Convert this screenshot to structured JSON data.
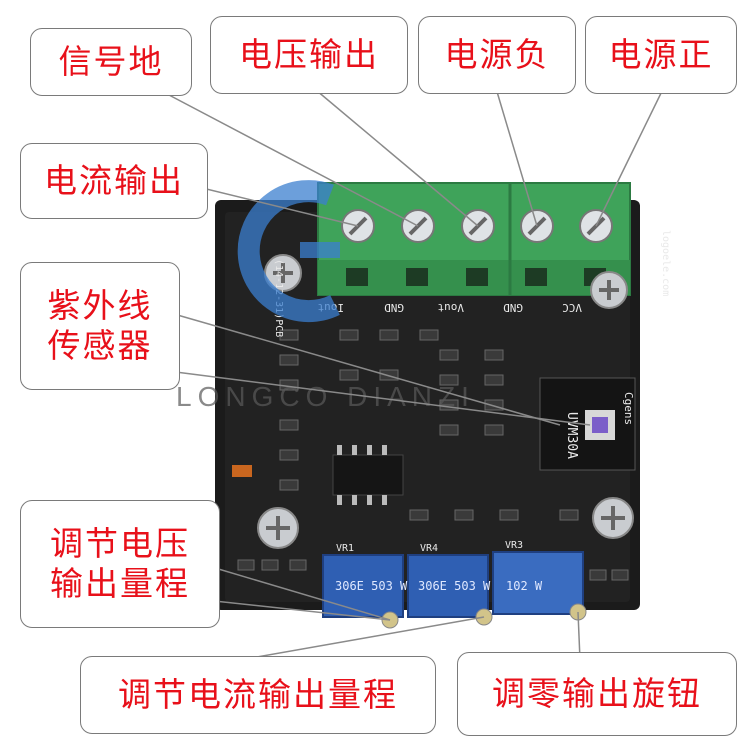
{
  "labels": {
    "signal_ground": "信号地",
    "voltage_output": "电压输出",
    "power_negative": "电源负",
    "power_positive": "电源正",
    "current_output": "电流输出",
    "uv_sensor_line1": "紫外线",
    "uv_sensor_line2": "传感器",
    "adj_voltage_line1": "调节电压",
    "adj_voltage_line2": "输出量程",
    "adj_current_range": "调节电流输出量程",
    "zero_knob": "调零输出旋钮"
  },
  "board": {
    "terminals": [
      "Iout",
      "GND",
      "Vout",
      "GND",
      "VCC"
    ],
    "sensor_model": "UVM30A",
    "sensor_brand": "Cgens",
    "website": "logoele.com",
    "pcb_date": "(14-12-31)PCB",
    "pot_codes": [
      "306E 503 W",
      "306E 503 W",
      "102 W"
    ],
    "pot_names": [
      "VR1",
      "VR4",
      "VR3"
    ]
  },
  "watermark": {
    "text": "LONGCO DIANZI"
  },
  "colors": {
    "label_text": "#e8101a",
    "label_border": "#7a7a7a",
    "pcb": "#1a1a1a",
    "terminal_block": "#3fa35a",
    "potentiometer": "#2f5fb3"
  }
}
